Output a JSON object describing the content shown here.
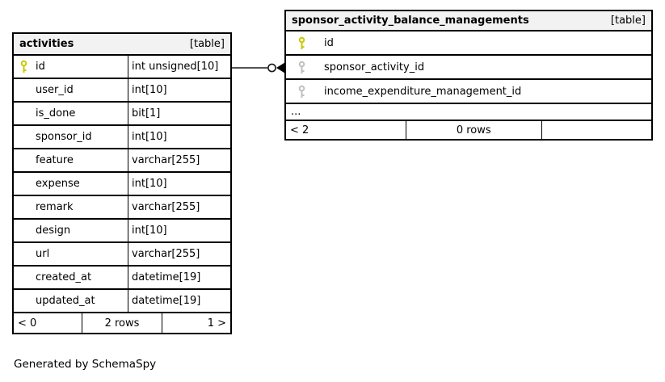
{
  "colors": {
    "primary_key": "#c9c900",
    "foreign_key": "#bfbfbf",
    "header_bg": "#f2f2f2",
    "border": "#000000",
    "connector": "#1a1a1a"
  },
  "tables": {
    "activities": {
      "name": "activities",
      "badge": "[table]",
      "columns": [
        {
          "name": "id",
          "type": "int unsigned[10]",
          "key": "primary"
        },
        {
          "name": "user_id",
          "type": "int[10]",
          "key": "none"
        },
        {
          "name": "is_done",
          "type": "bit[1]",
          "key": "none"
        },
        {
          "name": "sponsor_id",
          "type": "int[10]",
          "key": "none"
        },
        {
          "name": "feature",
          "type": "varchar[255]",
          "key": "none"
        },
        {
          "name": "expense",
          "type": "int[10]",
          "key": "none"
        },
        {
          "name": "remark",
          "type": "varchar[255]",
          "key": "none"
        },
        {
          "name": "design",
          "type": "int[10]",
          "key": "none"
        },
        {
          "name": "url",
          "type": "varchar[255]",
          "key": "none"
        },
        {
          "name": "created_at",
          "type": "datetime[19]",
          "key": "none"
        },
        {
          "name": "updated_at",
          "type": "datetime[19]",
          "key": "none"
        }
      ],
      "footer": {
        "left": "< 0",
        "center": "2 rows",
        "right": "1 >"
      }
    },
    "sponsor_activity_balance_managements": {
      "name": "sponsor_activity_balance_managements",
      "badge": "[table]",
      "columns": [
        {
          "name": "id",
          "key": "primary"
        },
        {
          "name": "sponsor_activity_id",
          "key": "foreign"
        },
        {
          "name": "income_expenditure_management_id",
          "key": "foreign"
        }
      ],
      "ellipsis": "...",
      "footer": {
        "left": "< 2",
        "center": "0 rows",
        "right": ""
      }
    }
  },
  "relationship": {
    "from": "activities.id",
    "to": "sponsor_activity_balance_managements.sponsor_activity_id"
  },
  "caption": "Generated by SchemaSpy"
}
